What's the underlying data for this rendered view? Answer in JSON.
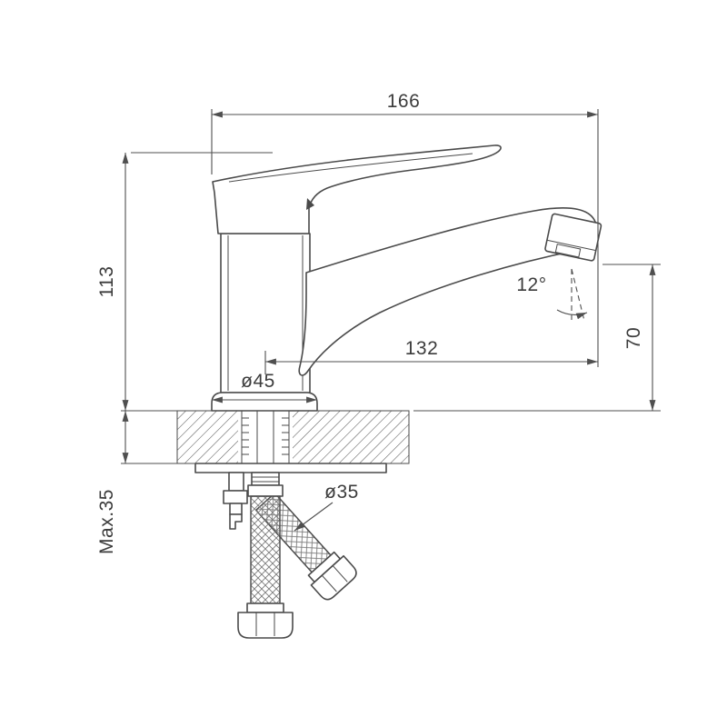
{
  "labels": {
    "overall_width": "166",
    "overall_height": "113",
    "spout_reach": "132",
    "outlet_height": "70",
    "outlet_angle": "12°",
    "base_diameter": "ø45",
    "hose_nut_diameter": "ø35",
    "max_deck_thickness": "Max.35"
  },
  "colors": {
    "line": "#4a4a4a",
    "dimension": "#4f4f4f",
    "text": "#3c3c3c",
    "background": "#ffffff"
  }
}
